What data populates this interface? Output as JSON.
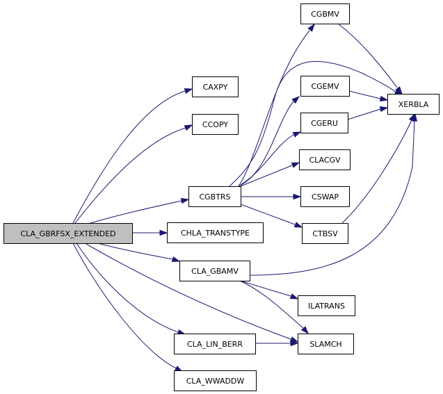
{
  "graph": {
    "nodes": [
      {
        "id": "root",
        "label": "CLA_GBRFSX_EXTENDED",
        "root": true
      },
      {
        "id": "caxpy",
        "label": "CAXPY"
      },
      {
        "id": "ccopy",
        "label": "CCOPY"
      },
      {
        "id": "cgbtrs",
        "label": "CGBTRS"
      },
      {
        "id": "chla",
        "label": "CHLA_TRANSTYPE"
      },
      {
        "id": "clagbamv",
        "label": "CLA_GBAMV"
      },
      {
        "id": "clalin",
        "label": "CLA_LIN_BERR"
      },
      {
        "id": "clawwaddw",
        "label": "CLA_WWADDW"
      },
      {
        "id": "cgbmv",
        "label": "CGBMV"
      },
      {
        "id": "cgemv",
        "label": "CGEMV"
      },
      {
        "id": "cgeru",
        "label": "CGERU"
      },
      {
        "id": "clacgv",
        "label": "CLACGV"
      },
      {
        "id": "cswap",
        "label": "CSWAP"
      },
      {
        "id": "ctbsv",
        "label": "CTBSV"
      },
      {
        "id": "xerbla",
        "label": "XERBLA"
      },
      {
        "id": "ilatrans",
        "label": "ILATRANS"
      },
      {
        "id": "slamch",
        "label": "SLAMCH"
      }
    ],
    "edges": [
      {
        "from": "root",
        "to": "caxpy"
      },
      {
        "from": "root",
        "to": "ccopy"
      },
      {
        "from": "root",
        "to": "cgbtrs"
      },
      {
        "from": "root",
        "to": "chla"
      },
      {
        "from": "root",
        "to": "clagbamv"
      },
      {
        "from": "root",
        "to": "clalin"
      },
      {
        "from": "root",
        "to": "clawwaddw"
      },
      {
        "from": "root",
        "to": "slamch"
      },
      {
        "from": "cgbtrs",
        "to": "cgbmv"
      },
      {
        "from": "cgbtrs",
        "to": "cgemv"
      },
      {
        "from": "cgbtrs",
        "to": "cgeru"
      },
      {
        "from": "cgbtrs",
        "to": "clacgv"
      },
      {
        "from": "cgbtrs",
        "to": "cswap"
      },
      {
        "from": "cgbtrs",
        "to": "ctbsv"
      },
      {
        "from": "cgbtrs",
        "to": "xerbla"
      },
      {
        "from": "cgbmv",
        "to": "xerbla"
      },
      {
        "from": "cgemv",
        "to": "xerbla"
      },
      {
        "from": "cgeru",
        "to": "xerbla"
      },
      {
        "from": "ctbsv",
        "to": "xerbla"
      },
      {
        "from": "clagbamv",
        "to": "xerbla"
      },
      {
        "from": "clagbamv",
        "to": "ilatrans"
      },
      {
        "from": "clagbamv",
        "to": "slamch"
      },
      {
        "from": "clalin",
        "to": "slamch"
      }
    ],
    "colors": {
      "edge": "#191970",
      "root_fill": "#bfbfbf",
      "node_fill": "#ffffff",
      "border": "#000000"
    }
  }
}
